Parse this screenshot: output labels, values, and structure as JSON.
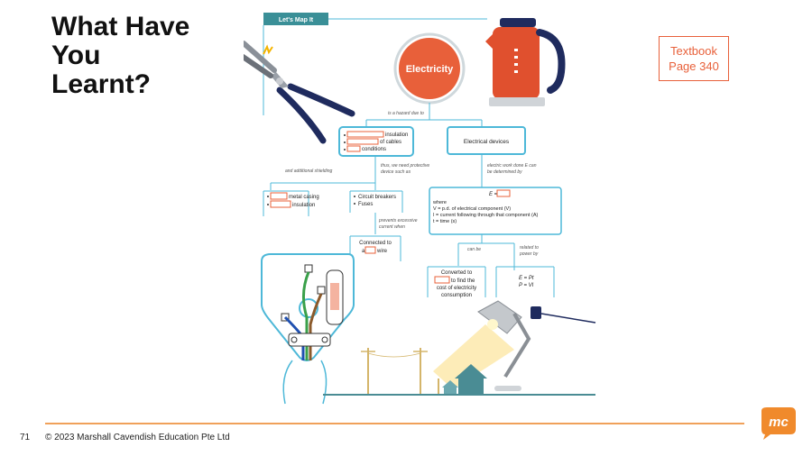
{
  "slide": {
    "title_lines": [
      "What Have",
      "You",
      "Learnt?"
    ],
    "textbook_ref": [
      "Textbook",
      "Page 340"
    ],
    "page_number": "71",
    "copyright": "© 2023 Marshall Cavendish Education Pte Ltd",
    "logo_text": "mc"
  },
  "diagram": {
    "header_tab": "Let's Map It",
    "centre": "Electricity",
    "link_hazard": "is a hazard due to",
    "hazard_box": [
      "insulation",
      "of cables",
      "conditions"
    ],
    "devices_box": "Electrical devices",
    "link_extra_shielding": "and additional shielding",
    "link_protective": [
      "thus, we need protective",
      "device such as"
    ],
    "link_work_done": [
      "electric work done E can",
      "be determined by"
    ],
    "shield_box": [
      "metal casing",
      "insulation"
    ],
    "protective_box": [
      "Circuit breakers",
      "Fuses"
    ],
    "energy_formula": "E =",
    "energy_where": [
      "where",
      "V = p.d. of electrical component (V)",
      "I = current following through that component (A)",
      "t = time (s)"
    ],
    "link_prevents": [
      "prevents excessive",
      "current when"
    ],
    "connected_box": [
      "Connected to",
      "a",
      "wire"
    ],
    "link_can_be": "can be",
    "link_related_power": [
      "related to",
      "power by"
    ],
    "converted_box": [
      "Converted to",
      "to find the",
      "cost of electricity",
      "consumption"
    ],
    "power_box": [
      "E = Pt",
      "P = VI"
    ]
  },
  "colors": {
    "accent": "#e8603a",
    "teal": "#4db8d8",
    "footer": "#f0a15a"
  }
}
